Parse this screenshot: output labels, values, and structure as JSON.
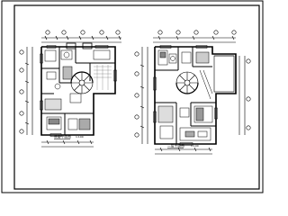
{
  "drawing": {
    "plans": [
      {
        "id": "left",
        "title": "底层平面图",
        "scale": "1:100"
      },
      {
        "id": "right",
        "title": "二层平面图",
        "scale": "1:100"
      }
    ]
  }
}
